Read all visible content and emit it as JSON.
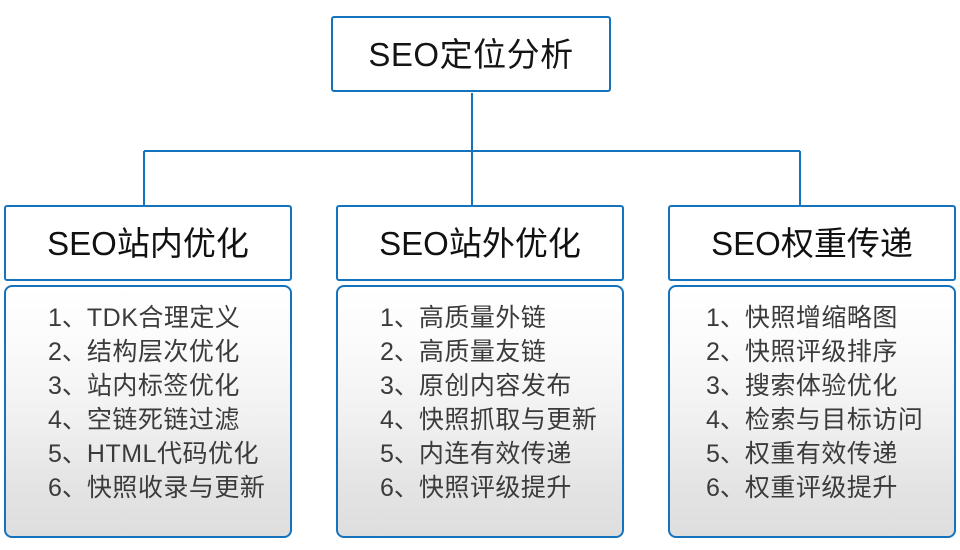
{
  "diagram": {
    "type": "organization-tree",
    "accent_color": "#1573be",
    "header_text_color": "#111111",
    "list_text_color": "#3b3b3b",
    "background_color": "#ffffff",
    "root": {
      "label": "SEO定位分析"
    },
    "branches": [
      {
        "header": "SEO站内优化",
        "items": [
          {
            "index": "1、",
            "text": "TDK合理定义"
          },
          {
            "index": "2、",
            "text": "结构层次优化"
          },
          {
            "index": "3、",
            "text": "站内标签优化"
          },
          {
            "index": "4、",
            "text": "空链死链过滤"
          },
          {
            "index": "5、",
            "text": "HTML代码优化"
          },
          {
            "index": "6、",
            "text": "快照收录与更新"
          }
        ]
      },
      {
        "header": "SEO站外优化",
        "items": [
          {
            "index": "1、",
            "text": "高质量外链"
          },
          {
            "index": "2、",
            "text": "高质量友链"
          },
          {
            "index": "3、",
            "text": "原创内容发布"
          },
          {
            "index": "4、",
            "text": "快照抓取与更新"
          },
          {
            "index": "5、",
            "text": "内连有效传递"
          },
          {
            "index": "6、",
            "text": "快照评级提升"
          }
        ]
      },
      {
        "header": "SEO权重传递",
        "items": [
          {
            "index": "1、",
            "text": "快照增缩略图"
          },
          {
            "index": "2、",
            "text": "快照评级排序"
          },
          {
            "index": "3、",
            "text": "搜索体验优化"
          },
          {
            "index": "4、",
            "text": "检索与目标访问"
          },
          {
            "index": "5、",
            "text": "权重有效传递"
          },
          {
            "index": "6、",
            "text": "权重评级提升"
          }
        ]
      }
    ]
  }
}
